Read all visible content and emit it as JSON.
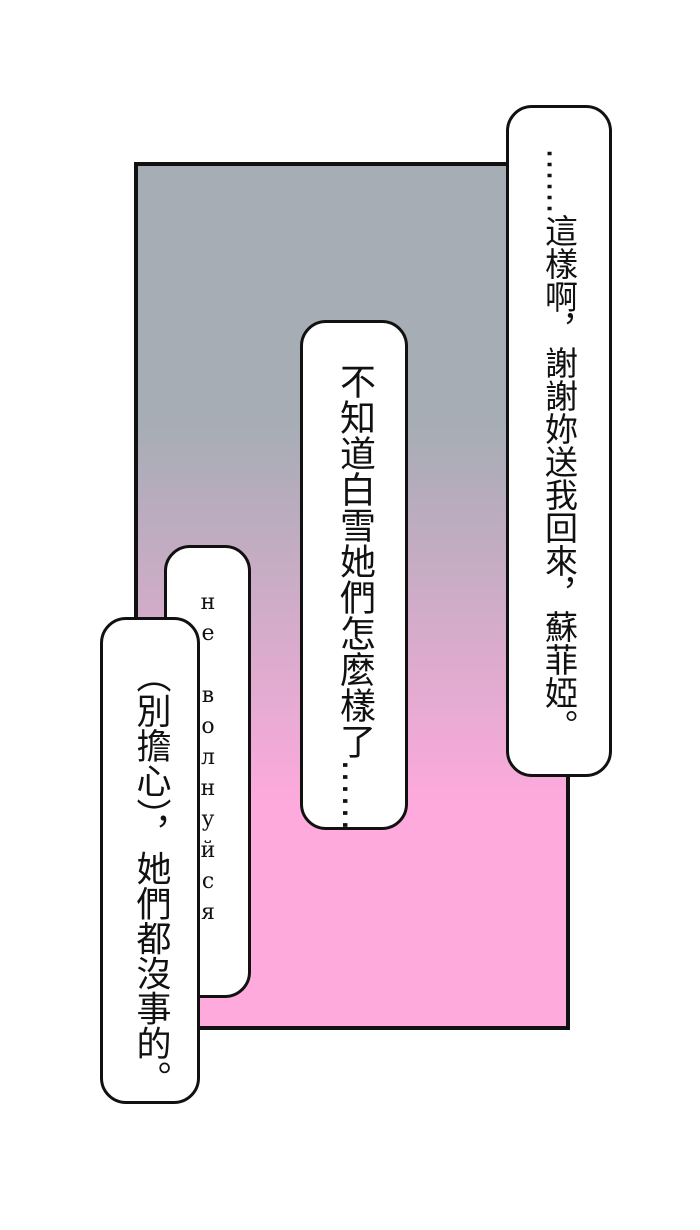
{
  "panel": {
    "gradient_top": "#a6adb5",
    "gradient_bottom": "#ffaadd",
    "border_color": "#111111"
  },
  "bubbles": {
    "right": "……這樣啊，謝謝妳送我回來，蘇菲婭。",
    "middle": "不知道白雪她們怎麼樣了……",
    "russian": "не волнуйся",
    "left": "（別擔心），她們都沒事的。"
  }
}
